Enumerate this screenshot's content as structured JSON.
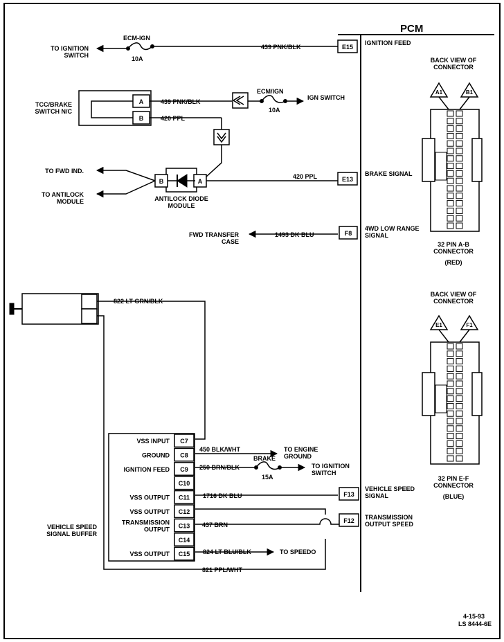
{
  "title": "PCM",
  "stamp": {
    "date": "4-15-93",
    "ref": "LS 8444-6E"
  },
  "ignition_feed": {
    "fuse_name": "ECM-IGN",
    "fuse_rating": "10A",
    "destination": "TO IGNITION SWITCH",
    "wire": "439 PNK/BLK",
    "pin": "E15",
    "pcm_label": "IGNITION FEED"
  },
  "tcc_brake_switch": {
    "label": "TCC/BRAKE SWITCH N/C",
    "terminal_a": "A",
    "terminal_b": "B",
    "wire_a": "439 PNK/BLK",
    "wire_b": "420 PPL",
    "fuse_name": "ECM/IGN",
    "fuse_rating": "10A",
    "destination": "IGN SWITCH"
  },
  "antilock_diode": {
    "label": "ANTILOCK DIODE MODULE",
    "terminal_a": "A",
    "terminal_b": "B",
    "to_fwd": "TO FWD IND.",
    "to_antilock": "TO ANTILOCK MODULE"
  },
  "brake_signal": {
    "wire": "420 PPL",
    "pin": "E13",
    "pcm_label": "BRAKE SIGNAL"
  },
  "fwd_low": {
    "destination": "FWD TRANSFER CASE",
    "wire": "1493 DK BLU",
    "pin": "F8",
    "pcm_label": "4WD LOW RANGE SIGNAL"
  },
  "connector_ab": {
    "header": "BACK VIEW OF CONNECTOR",
    "pin_left": "A1",
    "pin_right": "B1",
    "name": "32 PIN A-B CONNECTOR",
    "color": "(RED)"
  },
  "connector_ef": {
    "header": "BACK VIEW OF CONNECTOR",
    "pin_left": "E1",
    "pin_right": "F1",
    "name": "32 PIN E-F CONNECTOR",
    "color": "(BLUE)"
  },
  "sensor_wire": "822 LT GRN/BLK",
  "vss_buffer": {
    "label": "VEHICLE SPEED SIGNAL BUFFER",
    "rows": [
      {
        "name": "VSS INPUT",
        "pin": "C7",
        "wire": ""
      },
      {
        "name": "GROUND",
        "pin": "C8",
        "wire": "450 BLK/WHT"
      },
      {
        "name": "IGNITION FEED",
        "pin": "C9",
        "wire": "250 BRN/BLK"
      },
      {
        "name": "",
        "pin": "C10",
        "wire": ""
      },
      {
        "name": "VSS OUTPUT",
        "pin": "C11",
        "wire": "1716 DK BLU"
      },
      {
        "name": "VSS OUTPUT",
        "pin": "C12",
        "wire": ""
      },
      {
        "name": "TRANSMISSION OUTPUT",
        "pin": "C13",
        "wire": "437 BRN"
      },
      {
        "name": "",
        "pin": "C14",
        "wire": ""
      },
      {
        "name": "VSS OUTPUT",
        "pin": "C15",
        "wire": "824 LT BLU/BLK"
      }
    ],
    "to_engine_ground": "TO ENGINE GROUND",
    "brake_fuse_name": "BRAKE",
    "brake_fuse_rating": "15A",
    "to_ignition_switch": "TO IGNITION SWITCH",
    "to_speedo": "TO SPEEDO",
    "return_wire": "821 PPL/WHT"
  },
  "vehicle_speed": {
    "pin": "F13",
    "pcm_label": "VEHICLE SPEED SIGNAL"
  },
  "trans_output": {
    "pin": "F12",
    "pcm_label": "TRANSMISSION OUTPUT SPEED"
  }
}
